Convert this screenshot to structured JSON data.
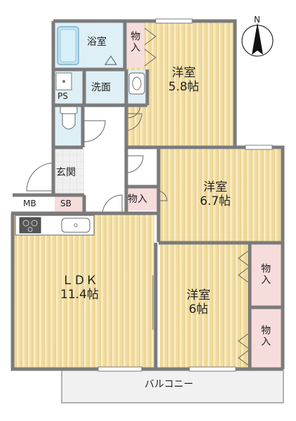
{
  "rooms": {
    "bathroom": "浴室",
    "closet_top": "物入",
    "washroom": "洗面",
    "ps": "PS",
    "western_1": {
      "name": "洋室",
      "size": "5.8帖"
    },
    "western_2": {
      "name": "洋室",
      "size": "6.7帖"
    },
    "western_3": {
      "name": "洋室",
      "size": "6帖"
    },
    "entrance": "玄関",
    "mb": "MB",
    "sb": "SB",
    "closet_mid": "物入",
    "ldk": {
      "name": "ＬＤＫ",
      "size": "11.4帖"
    },
    "closet_right_1": "物入",
    "closet_right_2": "物入",
    "balcony": "バルコニー"
  },
  "compass": {
    "north": "N"
  },
  "colors": {
    "wall": "#7b7b7b",
    "floor_wood": "#f6e6b8",
    "floor_stripe": "#ecd48f",
    "wet_area": "#dfeff6",
    "closet": "#f7dcdc",
    "balcony": "#f1f1f1",
    "entrance": "#eeeeee"
  }
}
